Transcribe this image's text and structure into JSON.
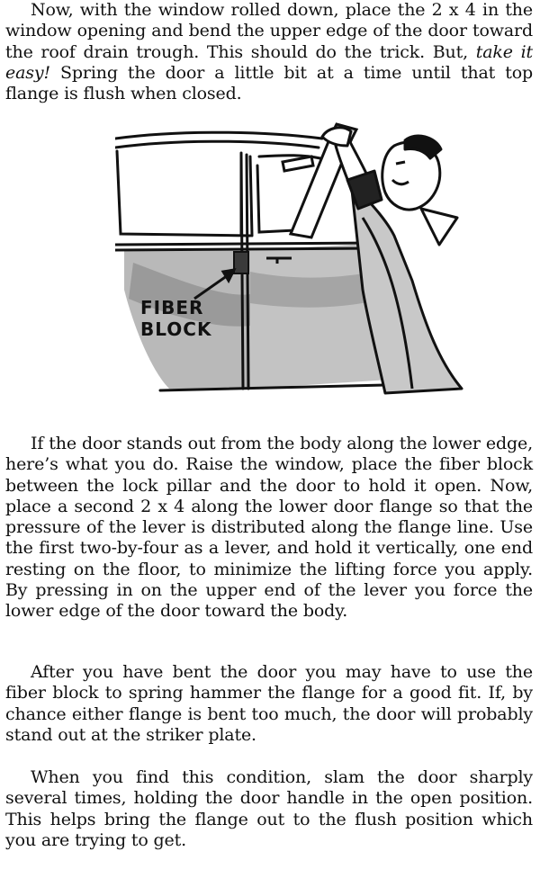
{
  "paragraphs": [
    {
      "before": "Now, with the window rolled down, place the 2 x 4 in the window opening and bend the upper edge of the door toward the roof drain trough. This should do the trick. But, ",
      "emphasis": "take it easy!",
      "after": " Spring the door a little bit at a time until that top flange is flush when closed."
    },
    {
      "text": "If the door stands out from the body along the lower edge, here’s what you do. Raise the window, place the fiber block between the lock pillar and the door to hold it open. Now, place a second 2 x 4 along the lower door flange so that the pressure of the lever is distributed along the flange line. Use the first two-by-four as a lever, and hold it vertically, one end resting on the floor, to minimize the lifting force you apply. By pressing in on the upper end of the lever you force the lower edge of the door toward the body."
    },
    {
      "text": "After you have bent the door you may have to use the fiber block to spring hammer the flange for a good fit. If, by chance either flange is bent too much, the door will probably stand out at the striker plate."
    },
    {
      "text": "When you find this condition, slam the door sharply several times, holding the door handle in the open position. This helps bring the flange out to the flush position which you are trying to get."
    }
  ],
  "illustration": {
    "callout_line1": "FIBER",
    "callout_line2": "BLOCK",
    "ink_color": "#111111",
    "shade_color": "#b8b8b8"
  }
}
